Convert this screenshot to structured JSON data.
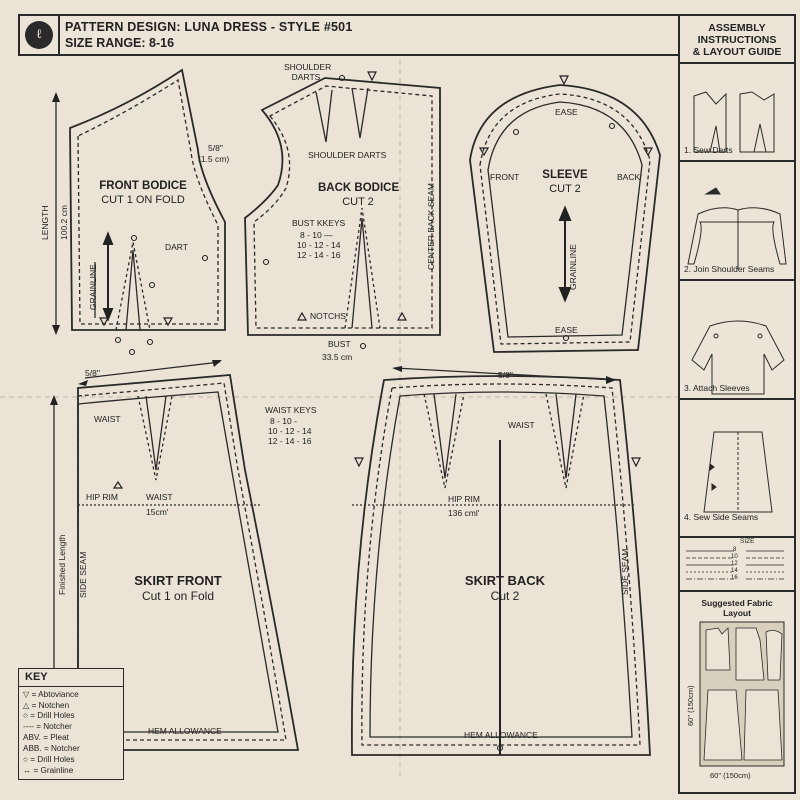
{
  "header": {
    "logo_glyph": "ℓ",
    "title": "PATTERN DESIGN: LUNA DRESS - STYLE #501",
    "size_range": "SIZE RANGE: 8-16"
  },
  "front_bodice": {
    "title": "FRONT BODICE",
    "subtitle": "CUT 1 ON FOLD",
    "seam": "5/8\"",
    "seam_cm": "(1.5 cm)",
    "dart": "DART",
    "grainline": "GRAINLINE",
    "length_label": "LENGTH",
    "length_value": "100.2 cm"
  },
  "back_bodice": {
    "title": "BACK BODICE",
    "subtitle": "CUT 2",
    "shoulder_darts_top": "SHOULDER DARTS",
    "shoulder_darts": "SHOULDER DARTS",
    "bust_keys_title": "BUST KKEYS",
    "bust_keys": [
      "8 - 10 —",
      "10 - 12 - 14",
      "12 - 14 - 16"
    ],
    "notchs": "NOTCHS",
    "center_back_seam": "CENTER BACK SEAM",
    "bust": "BUST",
    "bust_value": "33.5 cm"
  },
  "sleeve": {
    "title": "SLEEVE",
    "subtitle": "CUT 2",
    "ease_top": "EASE",
    "ease_bottom": "EASE",
    "front": "FRONT",
    "back": "BACK",
    "grainline": "GRAINLINE"
  },
  "skirt_front": {
    "title": "SKIRT FRONT",
    "subtitle": "Cut 1 on Fold",
    "seam": "5/8\"",
    "waist_top": "WAIST",
    "hip_rim": "HIP RIM",
    "waist_mid": "WAIST",
    "hip_value": "15cm'",
    "side_seam": "SIDE SEAM",
    "finished_length": "Finished Length",
    "hem": "HEM ALLOWANCE",
    "waist_keys_title": "WAIST KEYS",
    "waist_keys": [
      "8 - 10 -",
      "10 - 12 - 14",
      "12 - 14 - 16"
    ]
  },
  "skirt_back": {
    "title": "SKIRT BACK",
    "subtitle": "Cut 2",
    "seam": "5/8\"",
    "waist": "WAIST",
    "hip_rim": "HIP RIM",
    "hip_value": "136 cml'",
    "side_seam": "SIDE SEAM",
    "hem": "HEM ALLOWANCE"
  },
  "key": {
    "title": "KEY",
    "rows": [
      {
        "symbol": "▽",
        "text": "= Abtoviance"
      },
      {
        "symbol": "△",
        "text": "= Notchen"
      },
      {
        "symbol": "○",
        "text": "= Drill Holes"
      },
      {
        "symbol": "----",
        "text": "= Notcher"
      },
      {
        "symbol": "ABV.",
        "text": "= Pleat"
      },
      {
        "symbol": "ABB.",
        "text": "= Notcher"
      },
      {
        "symbol": "○",
        "text": "= Drill Holes"
      },
      {
        "symbol": "↔",
        "text": "= Grainline"
      }
    ]
  },
  "sidebar": {
    "title_lines": [
      "ASSEMBLY",
      "INSTRUCTIONS",
      "& LAYOUT GUIDE"
    ],
    "steps": [
      "1. Sew Darts",
      "2. Join Shoulder Seams",
      "3. Attach Sleeves",
      "4. Sew Side Seams"
    ],
    "size_header": "SIZE",
    "sizes": [
      "8",
      "10",
      "12",
      "14",
      "16"
    ],
    "fabric_title_lines": [
      "Suggested Fabric",
      "Layout"
    ],
    "fabric_height": "60\" (150cm)",
    "fabric_width": "60\" (150cm)"
  },
  "colors": {
    "paper": "#ebe4d6",
    "ink": "#2a2a2a"
  }
}
